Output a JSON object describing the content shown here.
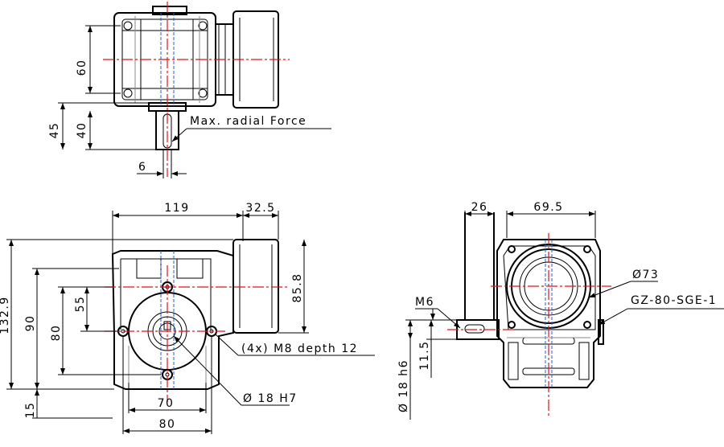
{
  "top_view": {
    "dim_height": "60",
    "dim_shaft_total": "45",
    "dim_shaft_length": "40",
    "dim_key_width": "6",
    "note_radial_force": "Max. radial Force"
  },
  "front_view": {
    "dim_width_body": "119",
    "dim_width_motor": "32.5",
    "dim_total_height": "132.9",
    "dim_90": "90",
    "dim_80_vertical": "80",
    "dim_55": "55",
    "dim_85_8": "85.8",
    "dim_15": "15",
    "dim_70": "70",
    "dim_80_horizontal": "80",
    "note_bolts": "(4x) M8 depth 12",
    "note_bore": "Ø 18 H7"
  },
  "side_view": {
    "dim_26": "26",
    "dim_69_5": "69.5",
    "dim_m6": "M6",
    "dim_11_5": "11.5",
    "dim_shaft_dia": "Ø 18 h6",
    "note_diameter": "Ø73",
    "note_model": "GZ-80-SGE-1"
  }
}
